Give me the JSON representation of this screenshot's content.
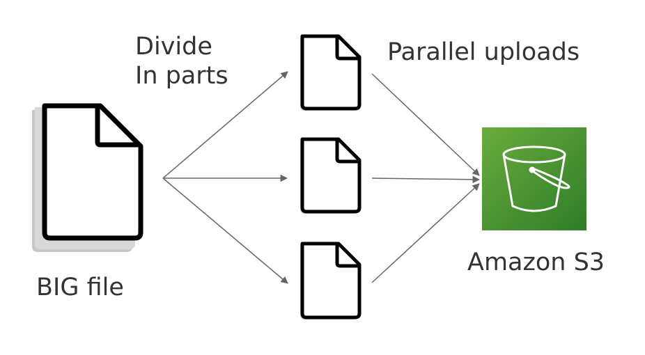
{
  "labels": {
    "divide_line1": "Divide",
    "divide_line2": "In parts",
    "parallel_uploads": "Parallel uploads",
    "big_file": "BIG file",
    "amazon_s3": "Amazon S3"
  },
  "icons": {
    "big_file": "file-icon",
    "parts": [
      "file-icon",
      "file-icon",
      "file-icon"
    ],
    "s3": "bucket-icon"
  },
  "colors": {
    "text": "#333333",
    "arrow": "#666666",
    "s3_tile_top": "#6aab3e",
    "s3_tile_bottom": "#2e7d27",
    "icon_outline": "#000000"
  }
}
